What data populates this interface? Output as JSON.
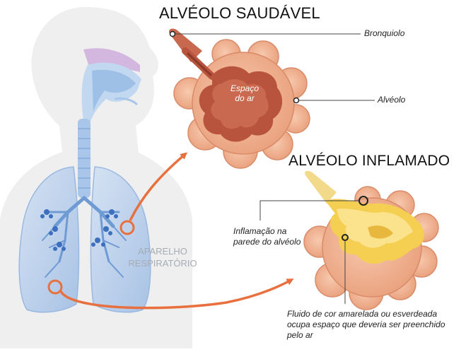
{
  "headings": {
    "healthy": "ALVÉOLO SAUDÁVEL",
    "inflamed": "ALVÉOLO INFLAMADO"
  },
  "labels": {
    "bronchiole": "Bronquiolo",
    "alveolus": "Alvéolo",
    "air_space_line1": "Espaço",
    "air_space_line2": "do ar",
    "inflammation_line1": "Inflamação na",
    "inflammation_line2": "parede do alvéolo",
    "respiratory_line1": "APARELHO",
    "respiratory_line2": "RESPIRATÓRIO",
    "fluid_line1": "Fluido de cor amarelada ou esverdeada",
    "fluid_line2": "ocupa espaço que deveria ser preenchido",
    "fluid_line3": "pelo ar"
  },
  "colors": {
    "arrow": "#e8703f",
    "body_silhouette": "#eeeeee",
    "lung": "#bfd3ec",
    "airway": "#9cbde6",
    "alveolus_outer": "#f2b493",
    "alveolus_inner": "#b8543d",
    "fluid": "#f4cf52"
  }
}
